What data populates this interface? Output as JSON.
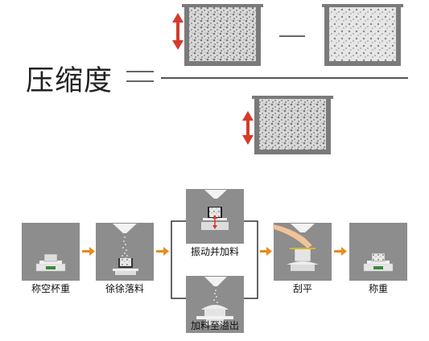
{
  "formula": {
    "label": "压缩度",
    "equals": "=",
    "minus": "—"
  },
  "steps": {
    "s1": "称空杯重",
    "s2": "徐徐落料",
    "s3a": "振动并加料",
    "s3b": "加料至溢出",
    "s4": "刮平",
    "s5": "称重"
  },
  "colors": {
    "arrow_orange": "#e98a1e",
    "arrow_red": "#d63a2c",
    "panel_gray": "#8d8d8d",
    "cup_outline": "#6e6e6e"
  }
}
